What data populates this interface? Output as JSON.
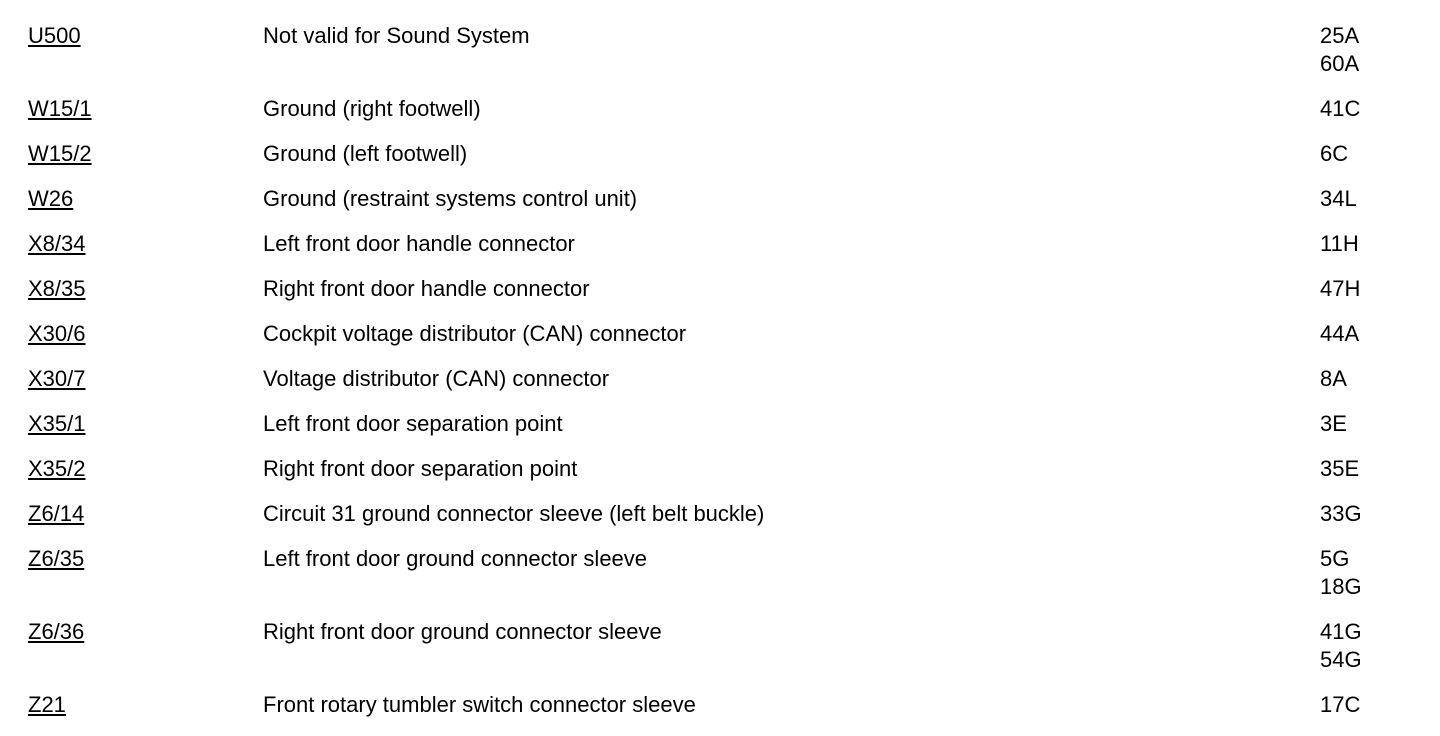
{
  "rows": [
    {
      "code": "U500",
      "description": "Not valid for Sound System",
      "refs": [
        "25A",
        "60A"
      ]
    },
    {
      "code": "W15/1",
      "description": "Ground (right footwell)",
      "refs": [
        "41C"
      ]
    },
    {
      "code": "W15/2",
      "description": "Ground (left footwell)",
      "refs": [
        "6C"
      ]
    },
    {
      "code": "W26",
      "description": "Ground (restraint systems control unit)",
      "refs": [
        "34L"
      ]
    },
    {
      "code": "X8/34",
      "description": "Left front door handle connector",
      "refs": [
        "11H"
      ]
    },
    {
      "code": "X8/35",
      "description": "Right front door handle connector",
      "refs": [
        "47H"
      ]
    },
    {
      "code": "X30/6",
      "description": "Cockpit voltage distributor (CAN) connector",
      "refs": [
        "44A"
      ]
    },
    {
      "code": "X30/7",
      "description": "Voltage distributor (CAN) connector",
      "refs": [
        "8A"
      ]
    },
    {
      "code": "X35/1",
      "description": "Left front door separation point",
      "refs": [
        "3E"
      ]
    },
    {
      "code": "X35/2",
      "description": "Right front door separation point",
      "refs": [
        "35E"
      ]
    },
    {
      "code": "Z6/14",
      "description": "Circuit 31 ground connector sleeve (left belt buckle)",
      "refs": [
        "33G"
      ]
    },
    {
      "code": "Z6/35",
      "description": "Left front door ground connector sleeve",
      "refs": [
        "5G",
        "18G"
      ]
    },
    {
      "code": "Z6/36",
      "description": "Right front door ground connector sleeve",
      "refs": [
        "41G",
        "54G"
      ]
    },
    {
      "code": "Z21",
      "description": "Front rotary tumbler switch connector sleeve",
      "refs": [
        "17C"
      ]
    }
  ]
}
